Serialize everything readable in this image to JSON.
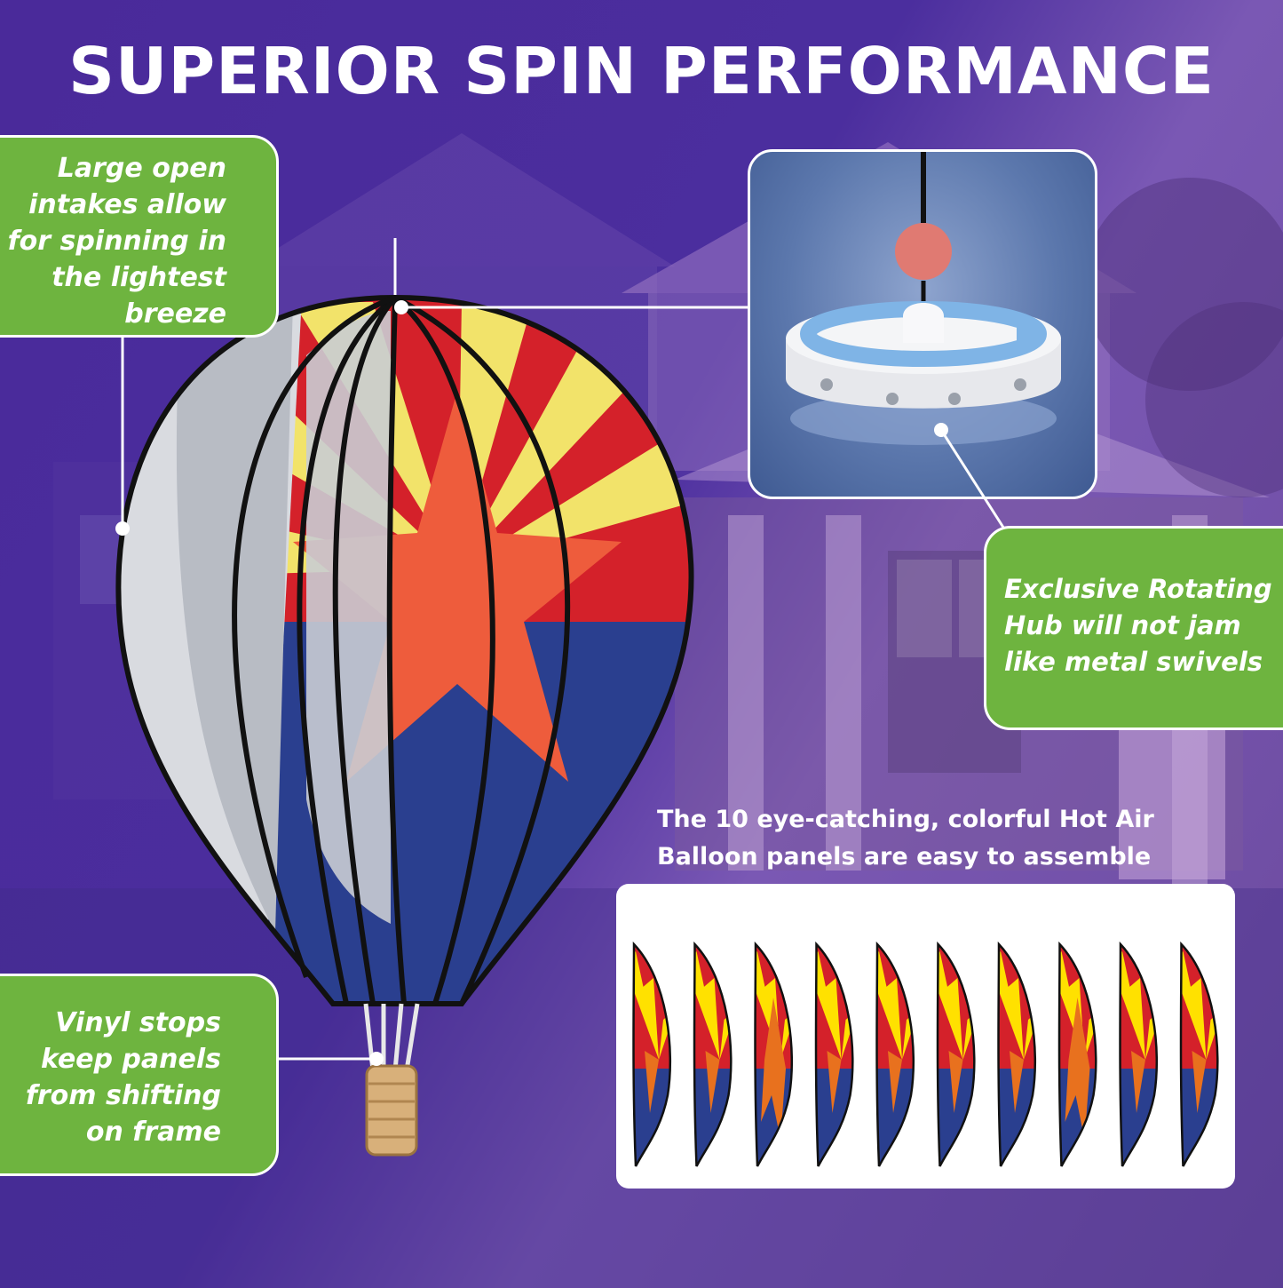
{
  "heading": "SUPERIOR SPIN PERFORMANCE",
  "callouts": {
    "intakes": [
      "Large open",
      "intakes allow",
      "for spinning in",
      "the lightest",
      "breeze"
    ],
    "hub": [
      "Exclusive Rotating",
      "Hub will not jam",
      "like metal swivels"
    ],
    "vinyl": [
      "Vinyl stops",
      "keep panels",
      "from shifting",
      "on frame"
    ]
  },
  "panels_caption": [
    "The 10 eye-catching, colorful Hot Air",
    "Balloon panels are easy to assemble"
  ],
  "panel_count": 10,
  "colors": {
    "callout_green": "#6eb43f",
    "background_purple": "#4a2a9a",
    "flag_red": "#d4212a",
    "flag_yellow": "#ffe100",
    "flag_blue": "#2a3f8f",
    "star_orange": "#e8711e"
  }
}
